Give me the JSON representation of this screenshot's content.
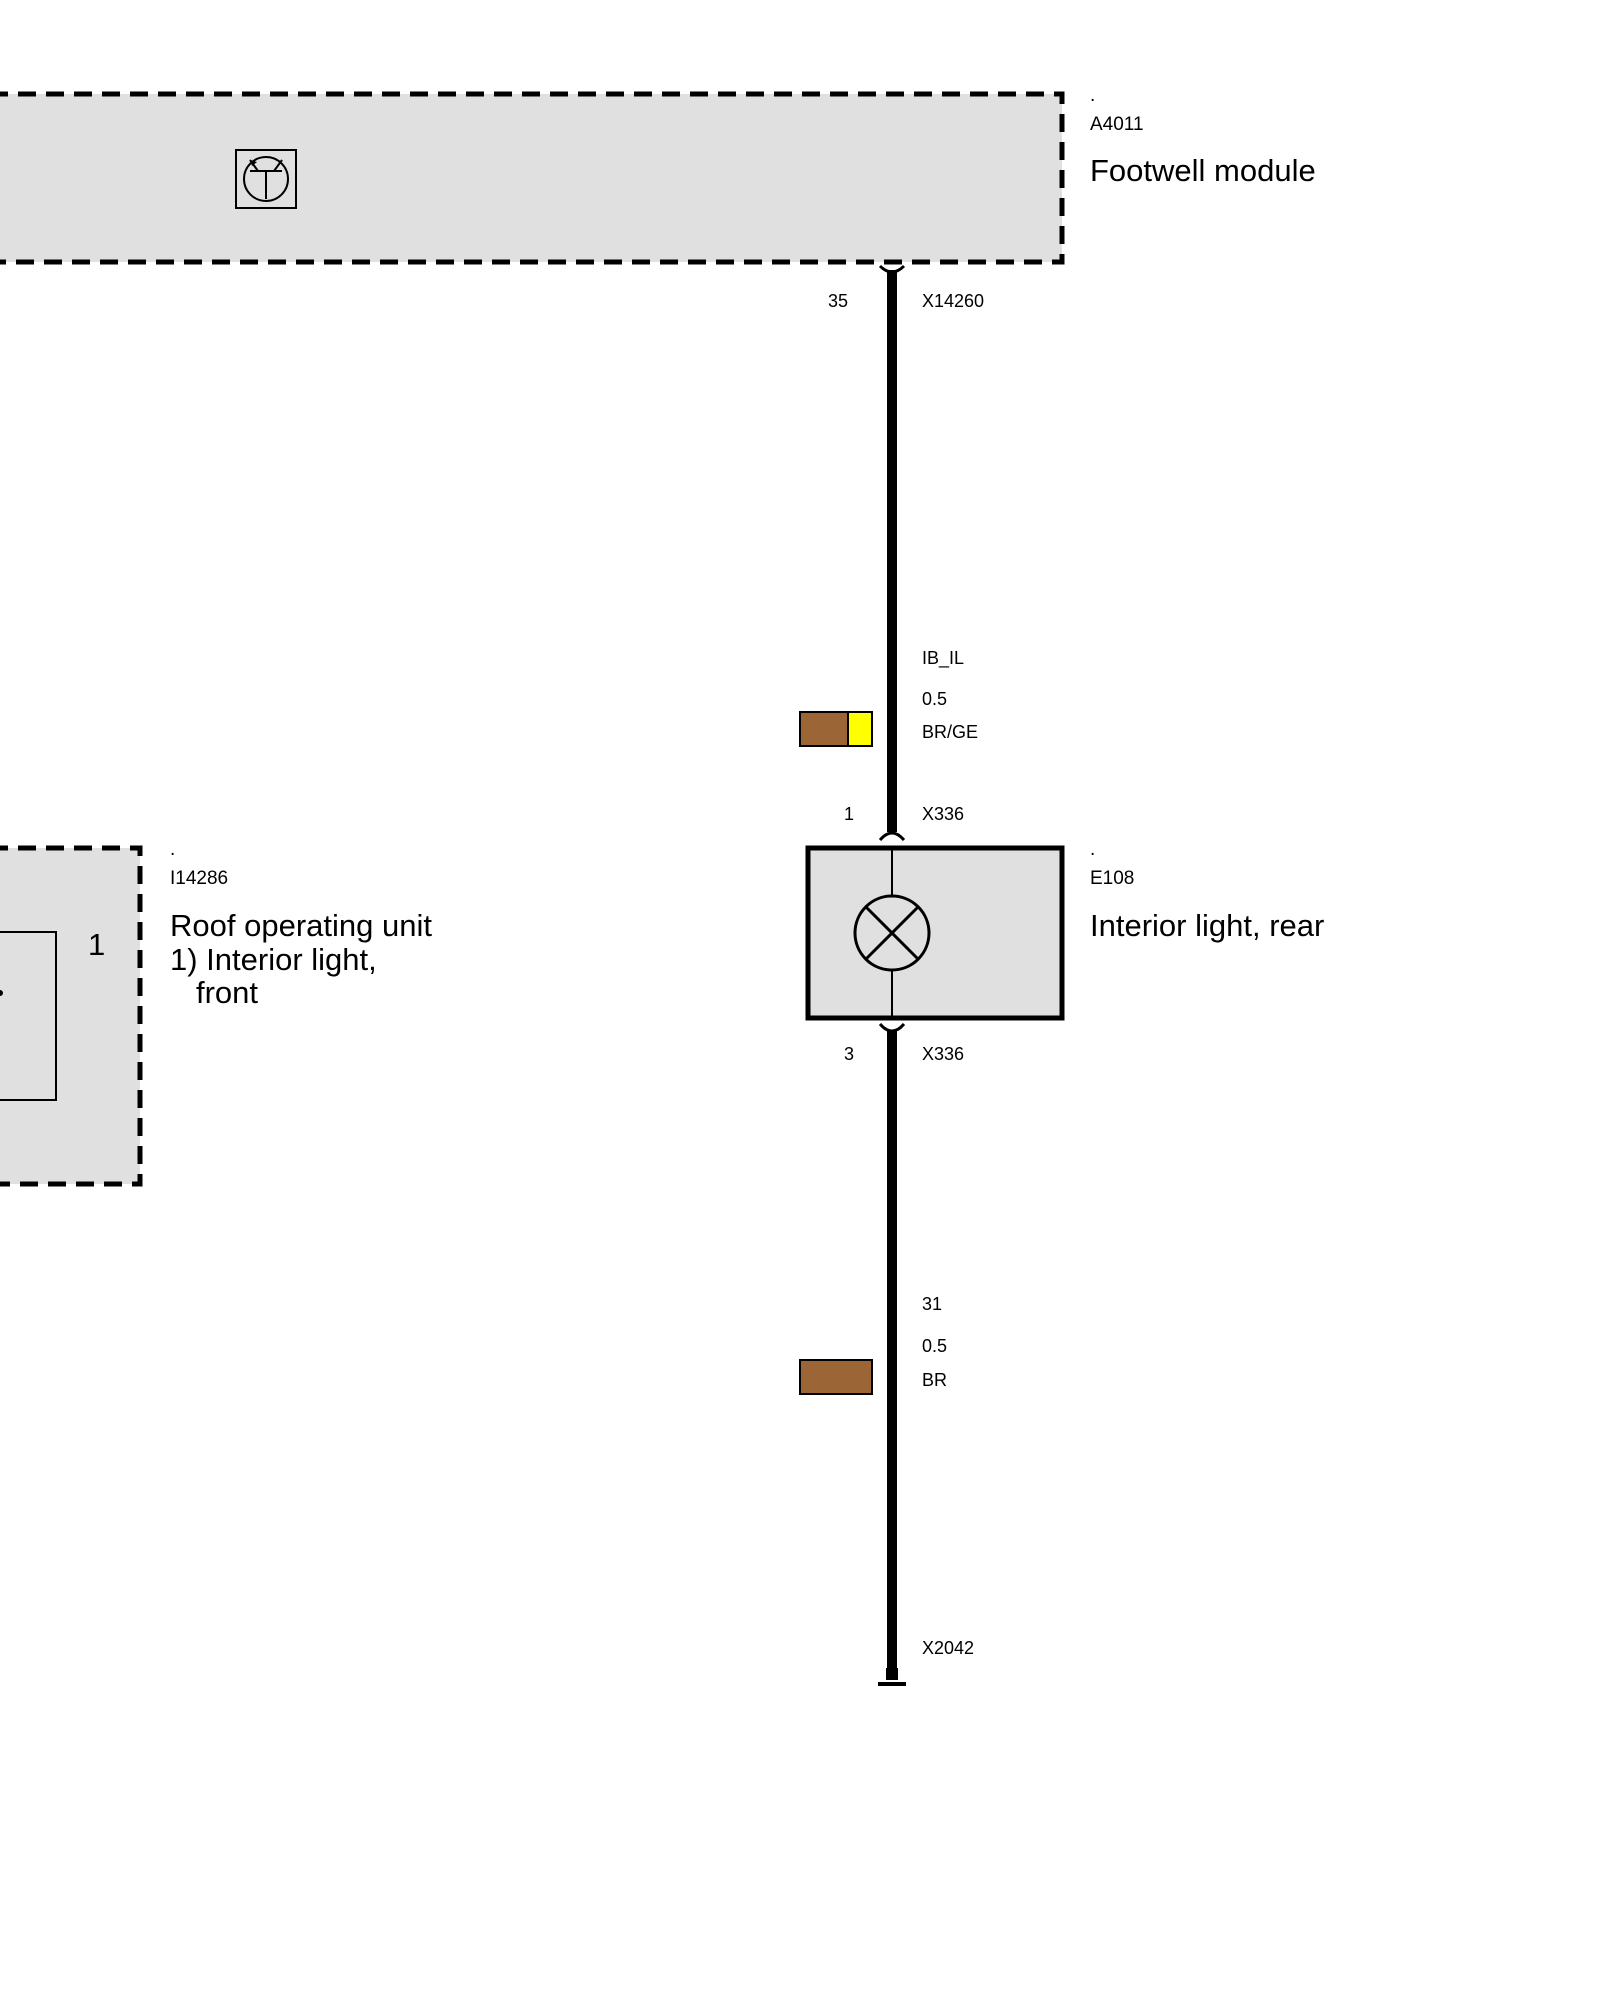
{
  "components": {
    "footwell_module": {
      "dot": ".",
      "id": "A4011",
      "name": "Footwell module"
    },
    "roof_unit": {
      "dot": ".",
      "id": "I14286",
      "name_line1": "Roof operating unit",
      "name_line2": "1) Interior light,",
      "name_line3": "front",
      "pin": "1"
    },
    "interior_light_rear": {
      "dot": ".",
      "id": "E108",
      "name": "Interior light, rear"
    }
  },
  "connectors": {
    "top": {
      "pin": "35",
      "id": "X14260"
    },
    "lamp_in": {
      "pin": "1",
      "id": "X336"
    },
    "lamp_out": {
      "pin": "3",
      "id": "X336"
    },
    "ground": {
      "id": "X2042"
    }
  },
  "wires": {
    "upper": {
      "signal": "IB_IL",
      "gauge": "0.5",
      "color_code": "BR/GE",
      "swatch": [
        "#9b6535",
        "#ffff00"
      ]
    },
    "lower": {
      "signal": "31",
      "gauge": "0.5",
      "color_code": "BR",
      "swatch": [
        "#9b6535"
      ]
    }
  },
  "colors": {
    "module_fill": "#e0e0e0",
    "line": "#000000"
  }
}
